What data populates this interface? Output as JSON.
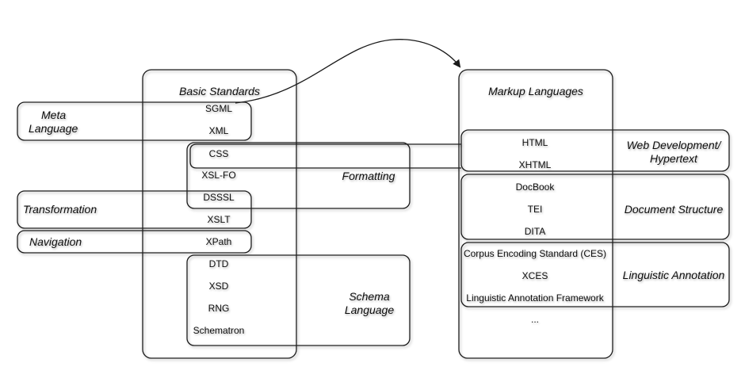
{
  "left_panel": {
    "title": "Basic Standards",
    "items": [
      "SGML",
      "XML",
      "CSS",
      "XSL-FO",
      "DSSSL",
      "XSLT",
      "XPath",
      "DTD",
      "XSD",
      "RNG",
      "Schematron"
    ]
  },
  "right_panel": {
    "title": "Markup Languages",
    "items": [
      "HTML",
      "XHTML",
      "DocBook",
      "TEI",
      "DITA",
      "Corpus Encoding Standard (CES)",
      "XCES",
      "Linguistic Annotation Framework",
      "..."
    ]
  },
  "categories": {
    "meta_language": [
      "Meta",
      "Language"
    ],
    "transformation": "Transformation",
    "navigation": "Navigation",
    "formatting": "Formatting",
    "schema_language": [
      "Schema",
      "Language"
    ],
    "web_development": [
      "Web Development/",
      "Hypertext"
    ],
    "document_structure": "Document Structure",
    "linguistic_annotation": "Linguistic Annotation"
  }
}
